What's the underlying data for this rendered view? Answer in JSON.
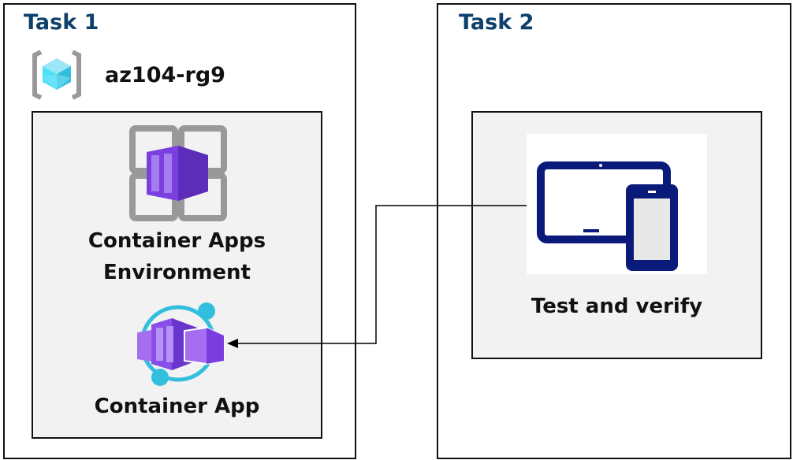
{
  "task1": {
    "title": "Task 1",
    "resource_group": {
      "label": "az104-rg9",
      "icon": "resource-group-icon"
    },
    "environment": {
      "line1": "Container Apps",
      "line2": "Environment",
      "icon": "container-apps-environment-icon"
    },
    "app": {
      "label": "Container App",
      "icon": "container-app-icon"
    }
  },
  "task2": {
    "title": "Task 2",
    "test": {
      "label": "Test and verify",
      "icon": "devices-icon"
    }
  },
  "colors": {
    "task_title": "#0f3f6b",
    "purple": "#773adc",
    "cyan": "#32bedd",
    "navy": "#0a1a7a",
    "panel": "#f2f2f2"
  }
}
